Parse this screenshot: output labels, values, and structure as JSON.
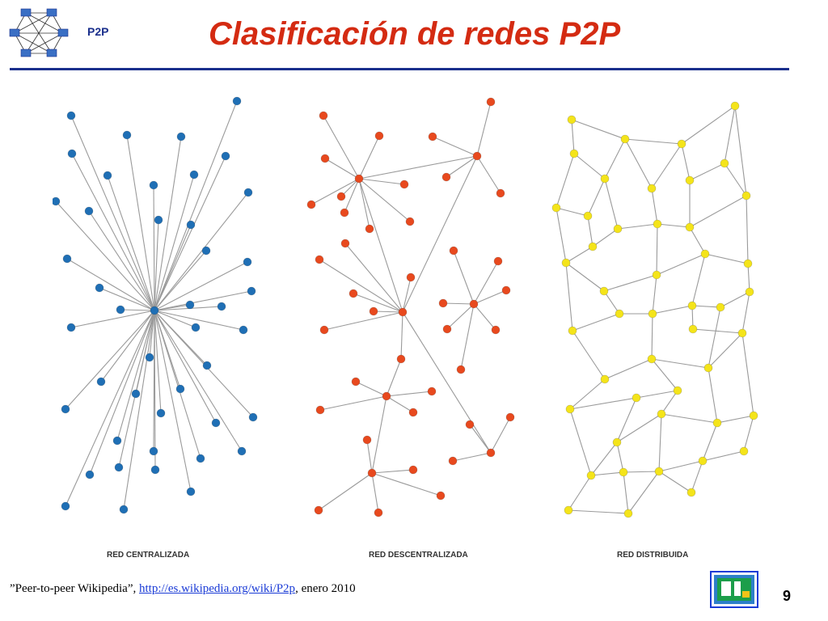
{
  "header": {
    "brand": "P2P",
    "title": "Clasificación de redes P2P",
    "logo_icon": "network-mesh-icon",
    "rule_color": "#1a2f8c",
    "title_color": "#d42b12"
  },
  "diagrams": [
    {
      "caption": "RED CENTRALIZADA",
      "node_color": "#1f6fb5",
      "edge_color": "#9a9a9a"
    },
    {
      "caption": "RED DESCENTRALIZADA",
      "node_color": "#e8491e",
      "edge_color": "#9a9a9a"
    },
    {
      "caption": "RED DISTRIBUIDA",
      "node_color": "#f4e41a",
      "edge_color": "#9a9a9a"
    }
  ],
  "footer": {
    "ref_text": "”Peer-to-peer Wikipedia”, ",
    "ref_link": "http://es.wikipedia.org/wiki/P2p",
    "ref_tail": ", enero 2010",
    "badge_icon": "university-logo-icon",
    "page_number": "9"
  }
}
